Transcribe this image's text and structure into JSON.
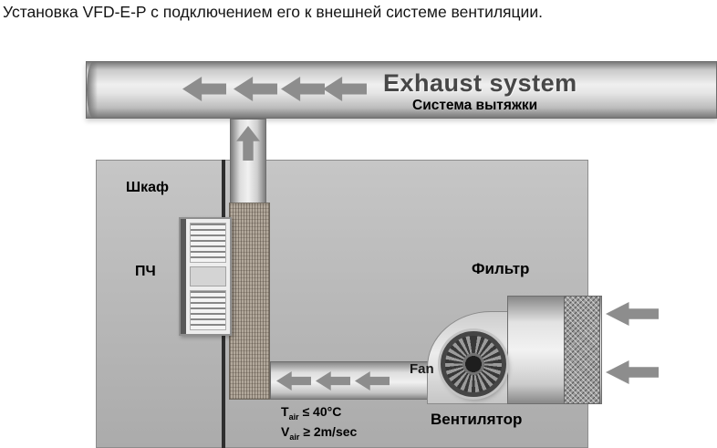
{
  "title": "Установка VFD-E-P с подключением его к внешней системе вентиляции.",
  "duct": {
    "exhaust_title": "Exhaust system",
    "exhaust_subtitle": "Система вытяжки"
  },
  "labels": {
    "cabinet": "Шкаф",
    "drive": "ПЧ",
    "filter": "Фильтр",
    "fan_en": "Fan",
    "fan_ru": "Вентилятор"
  },
  "notes": {
    "temp_base": "T",
    "temp_sub": "air",
    "temp_rest": " ≤ 40°C",
    "vel_base": "V",
    "vel_sub": "air",
    "vel_rest": " ≥ 2m/sec"
  },
  "colors": {
    "arrow_gray": "#8d8d8d",
    "duct_light": "#f0f0f0",
    "room_gray": "#b7b7b7",
    "exhaust_text": "#474747",
    "label_text": "#000000",
    "heatsink_tan": "#b2a89b"
  }
}
